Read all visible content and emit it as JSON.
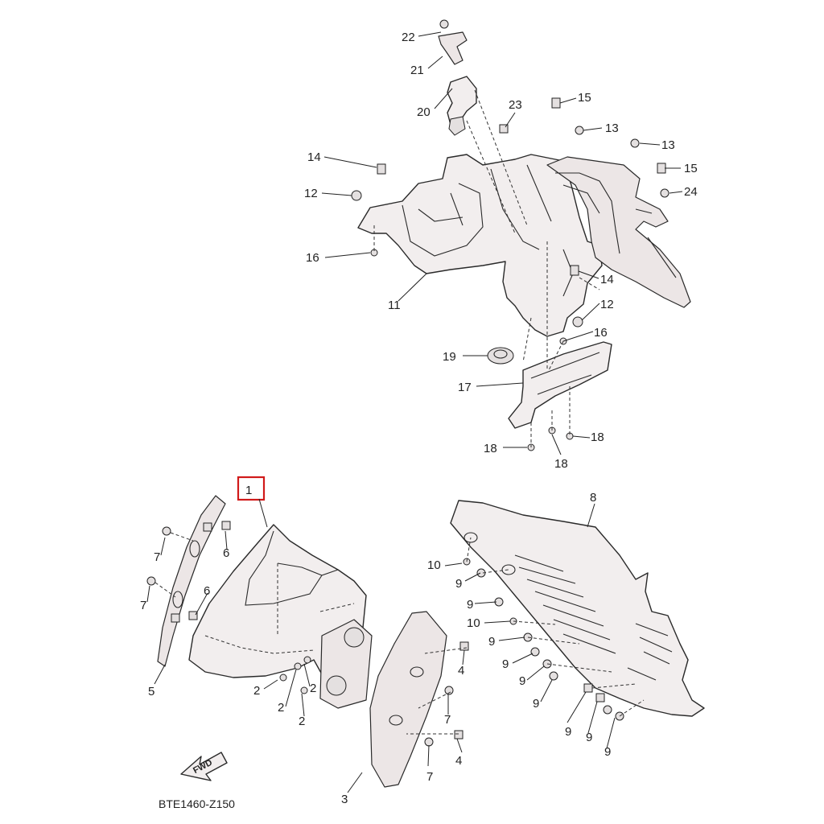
{
  "diagram": {
    "code": "BTE1460-Z150",
    "fwd_label": "FWD",
    "highlight_label": "1",
    "callouts": [
      "22",
      "21",
      "20",
      "23",
      "15",
      "13",
      "13",
      "15",
      "24",
      "14",
      "12",
      "16",
      "11",
      "14",
      "12",
      "16",
      "19",
      "17",
      "18",
      "18",
      "18",
      "8",
      "6",
      "6",
      "7",
      "7",
      "5",
      "10",
      "9",
      "9",
      "10",
      "9",
      "9",
      "9",
      "9",
      "9",
      "9",
      "9",
      "2",
      "2",
      "2",
      "2",
      "4",
      "7",
      "7",
      "4",
      "3"
    ]
  }
}
